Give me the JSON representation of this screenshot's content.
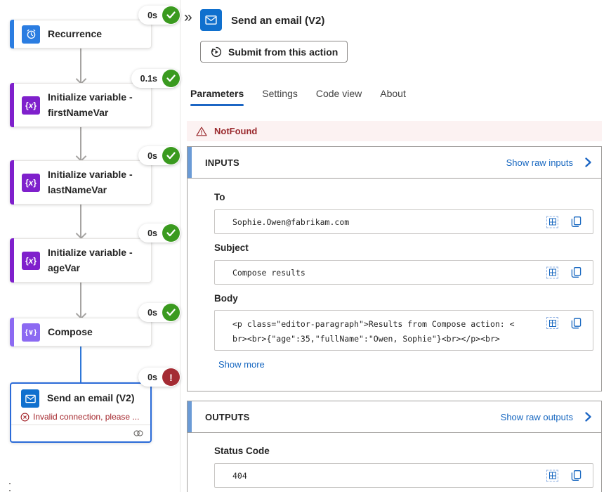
{
  "flow": {
    "nodes": [
      {
        "title": "Recurrence",
        "duration": "0s",
        "status": "success"
      },
      {
        "title": "Initialize variable - firstNameVar",
        "duration": "0.1s",
        "status": "success"
      },
      {
        "title": "Initialize variable - lastNameVar",
        "duration": "0s",
        "status": "success"
      },
      {
        "title": "Initialize variable - ageVar",
        "duration": "0s",
        "status": "success"
      },
      {
        "title": "Compose",
        "duration": "0s",
        "status": "success"
      },
      {
        "title": "Send an email (V2)",
        "duration": "0s",
        "status": "error",
        "error": "Invalid connection, please ..."
      }
    ]
  },
  "panel": {
    "title": "Send an email (V2)",
    "submit_label": "Submit from this action",
    "tabs": {
      "parameters": "Parameters",
      "settings": "Settings",
      "code_view": "Code view",
      "about": "About"
    },
    "alert": "NotFound",
    "inputs": {
      "heading": "INPUTS",
      "link": "Show raw inputs",
      "to_label": "To",
      "to_value": "Sophie.Owen@fabrikam.com",
      "subject_label": "Subject",
      "subject_value": "Compose results",
      "body_label": "Body",
      "body_value": "<p class=\"editor-paragraph\">Results from Compose action: <br><br>{\"age\":35,\"fullName\":\"Owen, Sophie\"}<br></p><br>",
      "show_more": "Show more"
    },
    "outputs": {
      "heading": "OUTPUTS",
      "link": "Show raw outputs",
      "status_label": "Status Code",
      "status_value": "404"
    }
  },
  "colors": {
    "success_green": "#3a9a1f",
    "error_red": "#a42b33",
    "link_blue": "#1767c0",
    "recurrence_blue": "#2b7de1",
    "variable_purple": "#7f20cc",
    "compose_purple": "#8c6af2",
    "outlook_blue": "#1070ce",
    "selected_blue": "#2b6bd8",
    "alert_bg": "#fcf2f2"
  }
}
